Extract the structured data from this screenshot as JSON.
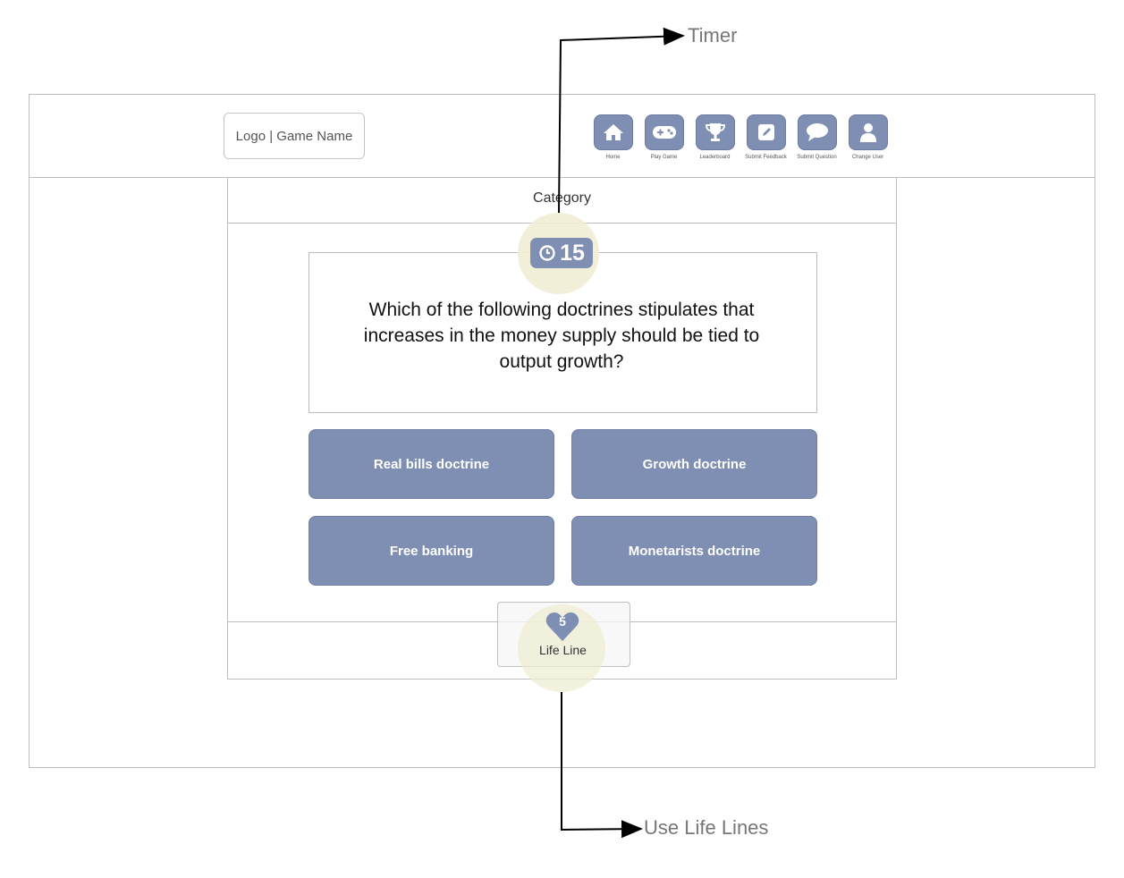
{
  "header": {
    "logo_text": "Logo | Game Name",
    "nav": [
      {
        "label": "Home",
        "icon": "home-icon"
      },
      {
        "label": "Play Game",
        "icon": "gamepad-icon"
      },
      {
        "label": "Leaderboard",
        "icon": "trophy-icon"
      },
      {
        "label": "Submit Feedback",
        "icon": "edit-icon"
      },
      {
        "label": "Submit Question",
        "icon": "speech-bubble-icon"
      },
      {
        "label": "Change User",
        "icon": "user-icon"
      }
    ]
  },
  "game": {
    "category": "Category",
    "timer": {
      "value": "15",
      "icon": "clock-icon"
    },
    "question": "Which of the following doctrines stipulates that increases in the money supply should be tied to output growth?",
    "answers": [
      "Real bills doctrine",
      "Growth doctrine",
      "Free banking",
      "Monetarists doctrine"
    ],
    "lifeline": {
      "count": "5",
      "label": "Life Line",
      "icon": "heart-icon"
    }
  },
  "annotations": {
    "timer": "Timer",
    "lifelines": "Use Life Lines"
  },
  "colors": {
    "button": "#7f8fb3",
    "highlight": "#efedd4",
    "border": "#bdbdbd"
  }
}
